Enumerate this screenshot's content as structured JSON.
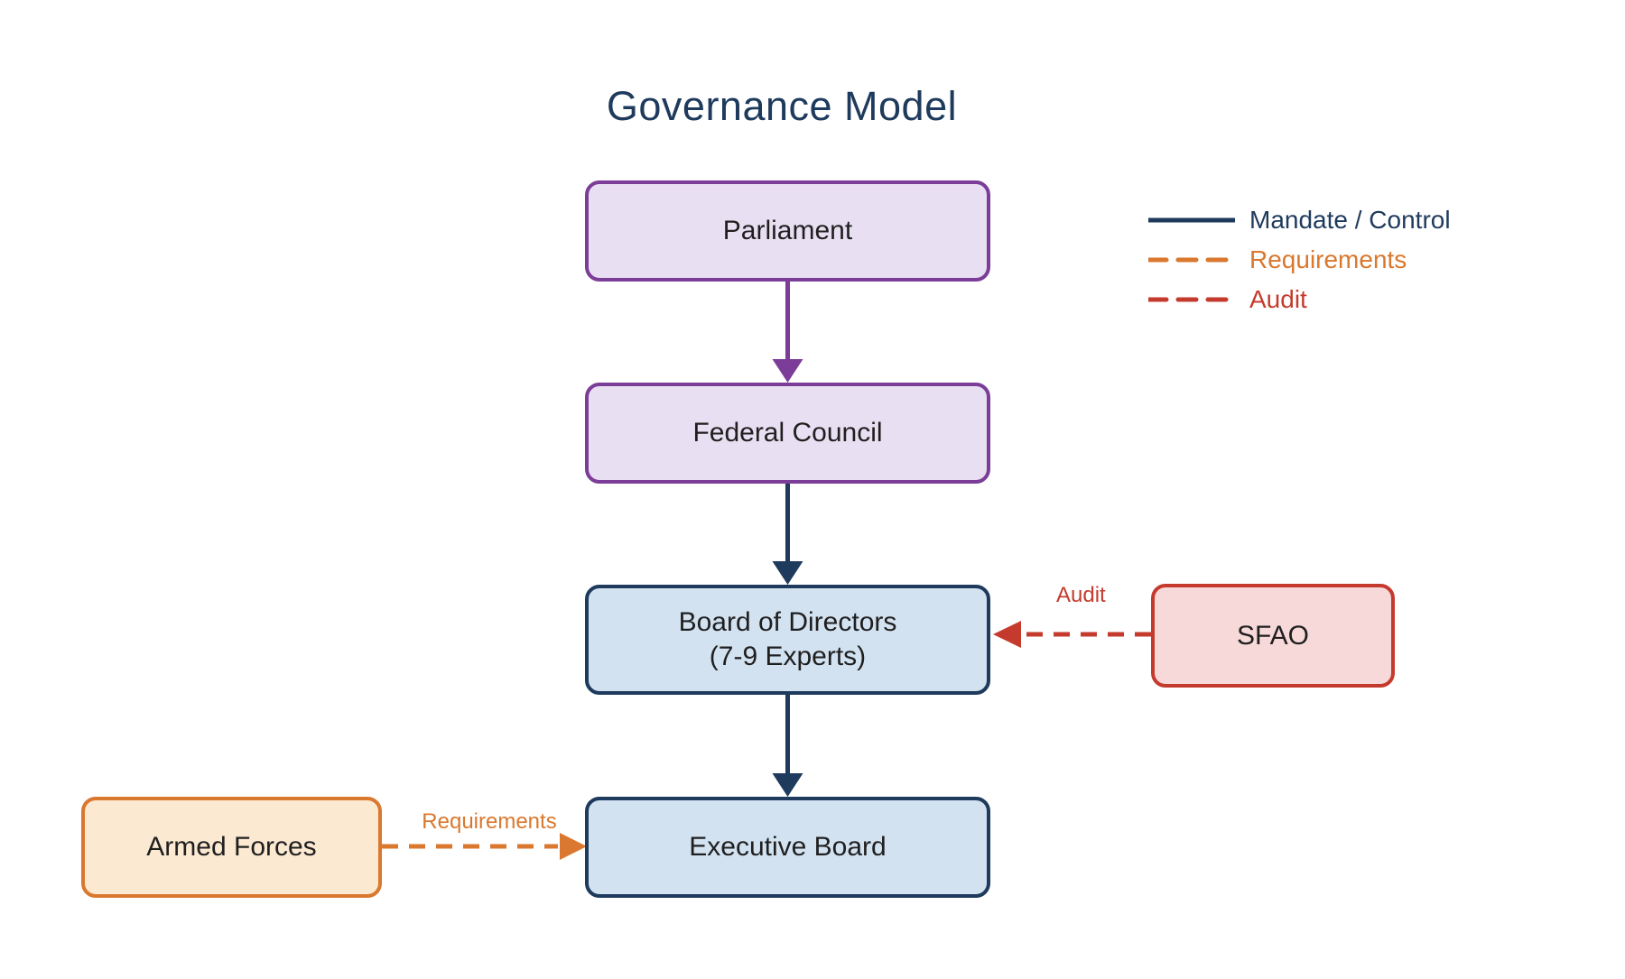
{
  "title": "Governance Model",
  "colors": {
    "navy": "#1E3A5C",
    "purple": "#7B3D97",
    "purple_fill": "#E9DFF2",
    "blue_fill": "#D3E2F1",
    "red": "#C43B2E",
    "red_fill": "#F8D9DA",
    "orange": "#D9782E",
    "orange_fill": "#FCE9D2",
    "text": "#1F1F1F",
    "bg": "#FFFFFF"
  },
  "nodes": {
    "parliament": {
      "label": "Parliament"
    },
    "federal_council": {
      "label": "Federal Council"
    },
    "board": {
      "label_line1": "Board of Directors",
      "label_line2": "(7-9 Experts)"
    },
    "executive": {
      "label": "Executive Board"
    },
    "sfao": {
      "label": "SFAO"
    },
    "armed_forces": {
      "label": "Armed Forces"
    }
  },
  "edge_labels": {
    "audit": "Audit",
    "requirements": "Requirements"
  },
  "legend": {
    "items": [
      {
        "label": "Mandate / Control",
        "style": "solid",
        "color": "#1E3A5C"
      },
      {
        "label": "Requirements",
        "style": "dashed",
        "color": "#D9782E"
      },
      {
        "label": "Audit",
        "style": "dashed",
        "color": "#C43B2E"
      }
    ]
  }
}
